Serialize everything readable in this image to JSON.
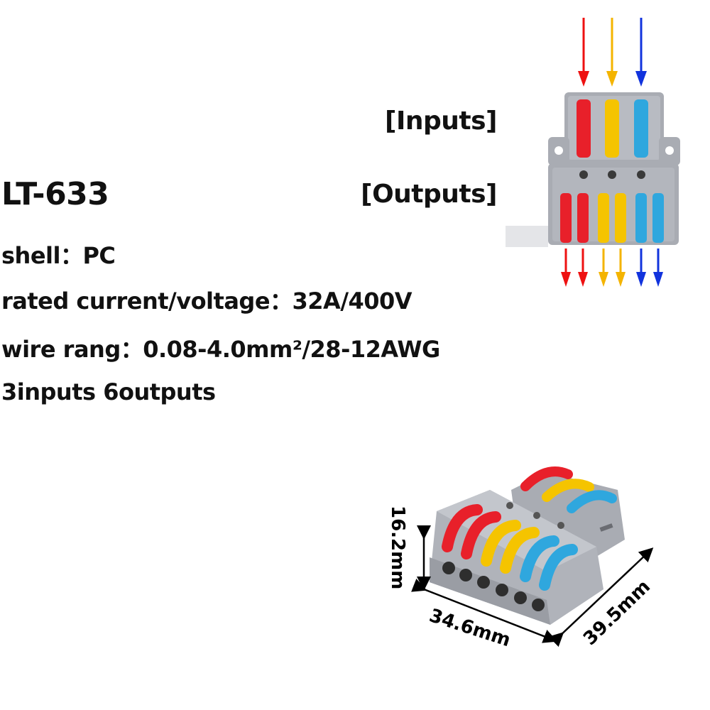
{
  "product": {
    "model": "LT-633",
    "specs": [
      "shell：PC",
      "rated current/voltage：32A/400V",
      "wire rang：0.08-4.0mm²/28-12AWG",
      "3inputs 6outputs"
    ]
  },
  "diagram": {
    "inputs_label": "[Inputs]",
    "outputs_label": "[Outputs]",
    "lever_colors": [
      "#e8202a",
      "#f5c400",
      "#2fa7de"
    ],
    "arrow_colors": [
      "#ee1111",
      "#f4b400",
      "#1133dd"
    ]
  },
  "dimensions": {
    "height": "16.2mm",
    "width": "34.6mm",
    "depth": "39.5mm"
  }
}
